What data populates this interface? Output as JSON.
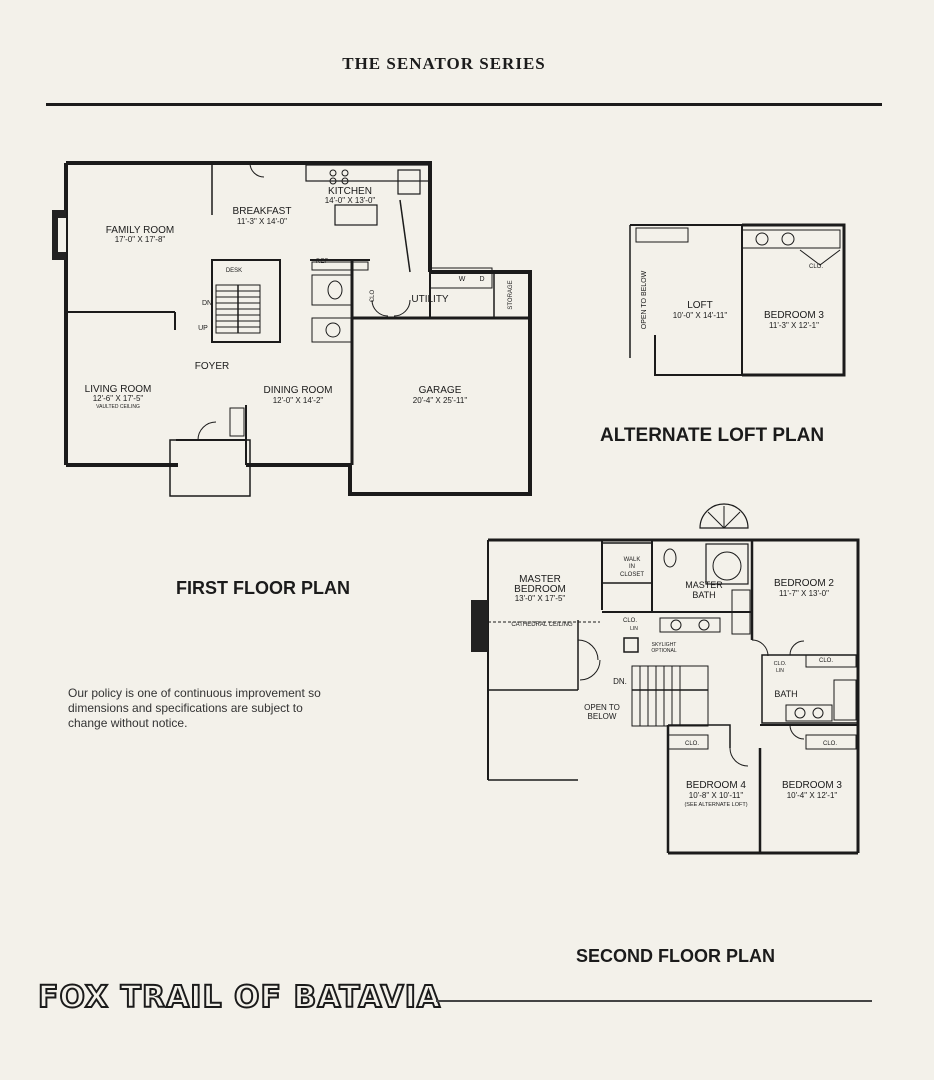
{
  "header": {
    "series_title": "THE SENATOR SERIES"
  },
  "first_floor": {
    "title": "FIRST FLOOR PLAN",
    "rooms": {
      "kitchen": {
        "name": "KITCHEN",
        "dims": "14'-0\" X 13'-0\""
      },
      "breakfast": {
        "name": "BREAKFAST",
        "dims": "11'-3\" X 14'-0\""
      },
      "family_room": {
        "name": "FAMILY ROOM",
        "dims": "17'-0\" X 17'-8\""
      },
      "living_room": {
        "name": "LIVING ROOM",
        "dims": "12'-6\" X 17'-5\"",
        "note": "VAULTED CEILING"
      },
      "dining_room": {
        "name": "DINING ROOM",
        "dims": "12'-0\" X 14'-2\""
      },
      "garage": {
        "name": "GARAGE",
        "dims": "20'-4\" X 25'-11\""
      }
    },
    "labels": {
      "foyer": "FOYER",
      "utility": "UTILITY",
      "storage": "STORAGE",
      "desk": "DESK",
      "ref": "REF",
      "w": "W",
      "d": "D",
      "dn": "DN",
      "up": "UP",
      "clo": "CLO"
    }
  },
  "loft_plan": {
    "title": "ALTERNATE LOFT PLAN",
    "loft": {
      "name": "LOFT",
      "dims": "10'-0\" X 14'-11\""
    },
    "bedroom3": {
      "name": "BEDROOM 3",
      "dims": "11'-3\" X 12'-1\""
    },
    "open_to_below": "OPEN TO BELOW",
    "clo": "CLO."
  },
  "second_floor": {
    "title": "SECOND FLOOR PLAN",
    "master_bedroom": {
      "name": "MASTER BEDROOM",
      "line1": "MASTER",
      "line2": "BEDROOM",
      "dims": "13'-0\" X 17'-5\""
    },
    "master_bath": {
      "line1": "MASTER",
      "line2": "BATH"
    },
    "walk_in_closet": {
      "line1": "WALK",
      "line2": "IN",
      "line3": "CLOSET"
    },
    "bedroom2": {
      "name": "BEDROOM 2",
      "dims": "11'-7\" X 13'-0\""
    },
    "bedroom3": {
      "name": "BEDROOM 3",
      "dims": "10'-4\" X 12'-1\""
    },
    "bedroom4": {
      "name": "BEDROOM 4",
      "dims": "10'-8\" X 10'-11\"",
      "note": "(SEE ALTERNATE LOFT)"
    },
    "cathedral_ceiling": "CATHEDRAL CEILING",
    "skylight": {
      "line1": "SKYLIGHT",
      "line2": "OPTIONAL"
    },
    "open_to_below": {
      "line1": "OPEN TO",
      "line2": "BELOW"
    },
    "bath": "BATH",
    "dn": "DN.",
    "clo": "CLO.",
    "lin": "LIN"
  },
  "policy_note": "Our policy is one of continuous improvement so dimensions and specifications are subject to change without notice.",
  "footer": {
    "brand": "FOX TRAIL OF BATAVIA"
  }
}
